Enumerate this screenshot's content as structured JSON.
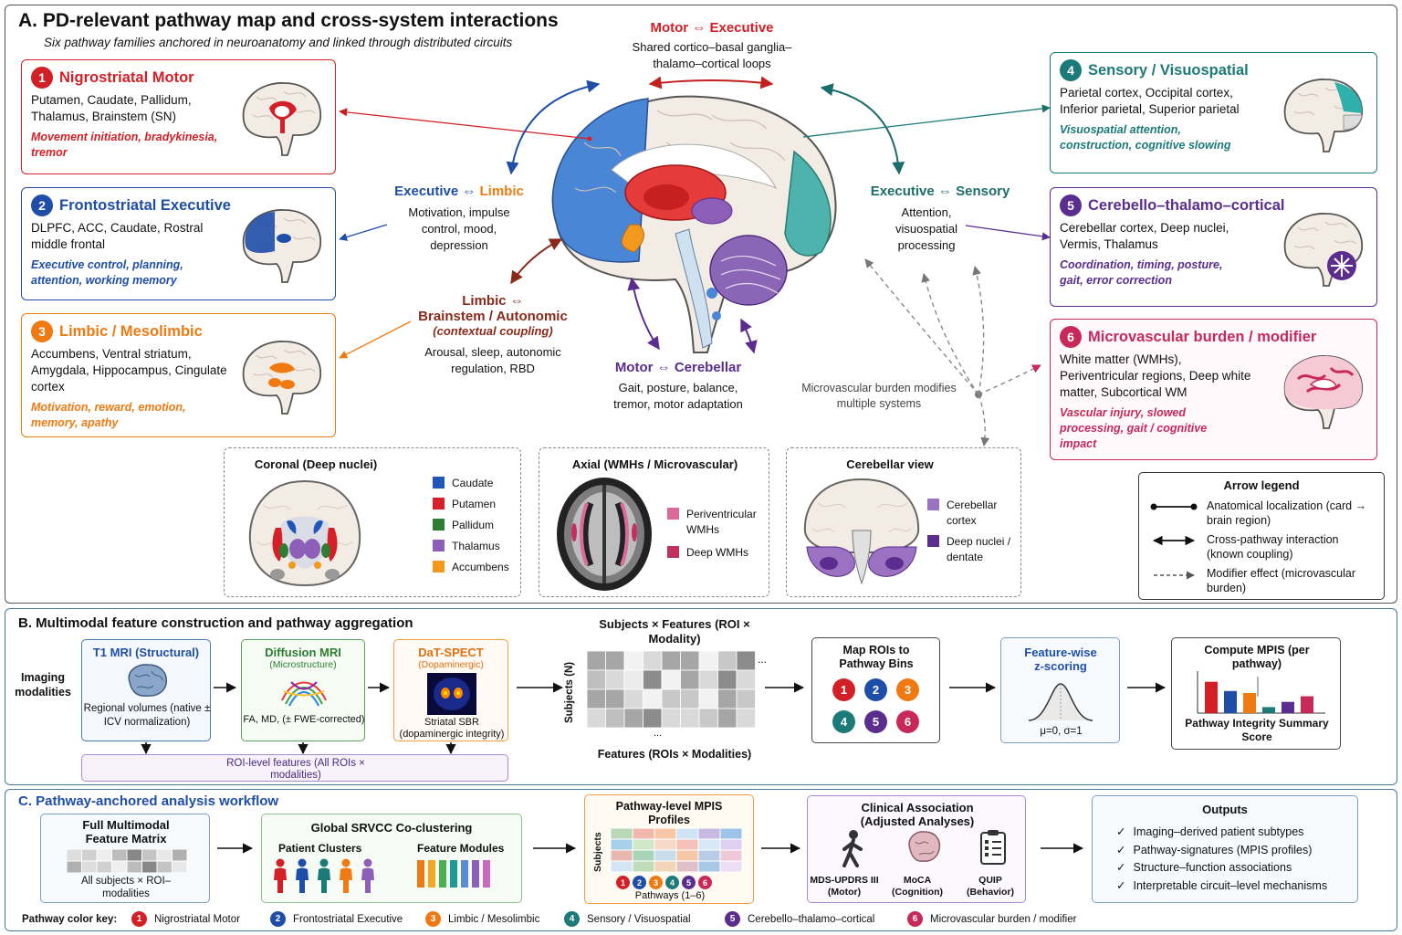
{
  "panel_a": {
    "title": "A.  PD-relevant pathway map and cross-system interactions",
    "subtitle": "Six pathway families anchored in neuroanatomy and linked through distributed circuits",
    "cards": [
      {
        "num": "1",
        "name": "Nigrostriatal Motor",
        "regions": "Putamen, Caudate, Pallidum, Thalamus, Brainstem (SN)",
        "functions": "Movement initiation, bradykinesia, tremor",
        "color": "#d31f26"
      },
      {
        "num": "2",
        "name": "Frontostriatal Executive",
        "regions": "DLPFC, ACC, Caudate, Rostral middle frontal",
        "functions": "Executive control, planning, attention, working memory",
        "color": "#1f4ea8"
      },
      {
        "num": "3",
        "name": "Limbic / Mesolimbic",
        "regions": "Accumbens, Ventral striatum, Amygdala, Hippocampus, Cingulate cortex",
        "functions": "Motivation, reward, emotion, memory, apathy",
        "color": "#f07a12"
      },
      {
        "num": "4",
        "name": "Sensory / Visuospatial",
        "regions": "Parietal cortex, Occipital cortex, Inferior parietal, Superior parietal",
        "functions": "Visuospatial attention, construction, cognitive slowing",
        "color": "#1c7a78"
      },
      {
        "num": "5",
        "name": "Cerebello–thalamo–cortical",
        "regions": "Cerebellar cortex, Deep nuclei, Vermis, Thalamus",
        "functions": "Coordination, timing, posture, gait, error correction",
        "color": "#5a2d8f"
      },
      {
        "num": "6",
        "name": "Microvascular burden / modifier",
        "regions": "White matter (WMHs), Periventricular regions, Deep white matter, Subcortical WM",
        "functions": "Vascular injury, slowed processing, gait / cognitive impact",
        "color": "#c8285a"
      }
    ],
    "interactions": {
      "motor_exec": {
        "a": "Motor",
        "b": "Executive",
        "desc": "Shared cortico–basal ganglia–thalamo–cortical loops"
      },
      "exec_limbic": {
        "a": "Executive",
        "b": "Limbic",
        "desc": "Motivation, impulse control, mood, depression"
      },
      "exec_sensory": {
        "a": "Executive",
        "b": "Sensory",
        "desc": "Attention, visuospatial processing"
      },
      "limbic_brainstem": {
        "a": "Limbic",
        "b": "Brainstem / Autonomic",
        "note": "(contextual coupling)",
        "desc": "Arousal, sleep, autonomic regulation, RBD"
      },
      "motor_cereb": {
        "a": "Motor",
        "b": "Cerebellar",
        "desc": "Gait, posture, balance, tremor, motor adaptation"
      },
      "micro": "Microvascular burden modifies multiple systems"
    },
    "arrow_sym": "⇔",
    "views": {
      "coronal": {
        "title": "Coronal (Deep nuclei)",
        "legend": [
          {
            "label": "Caudate",
            "color": "#1f56b8"
          },
          {
            "label": "Putamen",
            "color": "#d61f26"
          },
          {
            "label": "Pallidum",
            "color": "#2e7d32"
          },
          {
            "label": "Thalamus",
            "color": "#8e5fb8"
          },
          {
            "label": "Accumbens",
            "color": "#f39a1e"
          }
        ]
      },
      "axial": {
        "title": "Axial (WMHs / Microvascular)",
        "legend": [
          {
            "label": "Periventricular WMHs",
            "color": "#d96a9a"
          },
          {
            "label": "Deep WMHs",
            "color": "#c2305e"
          }
        ]
      },
      "cereb": {
        "title": "Cerebellar view",
        "legend": [
          {
            "label": "Cerebellar cortex",
            "color": "#9b72c2"
          },
          {
            "label": "Deep nuclei / dentate",
            "color": "#5a2d8f"
          }
        ]
      }
    },
    "arrow_legend": {
      "title": "Arrow legend",
      "items": [
        {
          "label": "Anatomical localization (card → brain region)"
        },
        {
          "label": "Cross-pathway interaction (known coupling)"
        },
        {
          "label": "Modifier effect (microvascular burden)"
        }
      ]
    }
  },
  "panel_b": {
    "title": "B.  Multimodal feature construction and pathway aggregation",
    "imaging_label": "Imaging modalities",
    "t1": {
      "title": "T1 MRI (Structural)",
      "desc": "Regional volumes (native ± ICV normalization)"
    },
    "dmri": {
      "title": "Diffusion MRI",
      "sub": "(Microstructure)",
      "desc": "FA, MD, (± FWE-corrected)"
    },
    "dat": {
      "title": "DaT-SPECT",
      "sub": "(Dopaminergic)",
      "desc": "Striatal SBR (dopaminergic integrity)"
    },
    "roi": "ROI-level features (All ROIs × modalities)",
    "matrix_title": "Subjects × Features (ROI × Modality)",
    "matrix_y": "Subjects (N)",
    "matrix_x": "Features (ROIs × Modalities)",
    "ellipsis": "...",
    "map": "Map ROIs to Pathway Bins",
    "zscore": "Feature-wise z-scoring",
    "zparams": "μ=0, σ=1",
    "mpis": "Compute MPIS (per pathway)",
    "mpis_label": "Pathway Integrity Summary Score"
  },
  "panel_c": {
    "title": "C.  Pathway-anchored analysis workflow",
    "full": "Full Multimodal Feature Matrix",
    "full_sub": "All subjects × ROI–modalities",
    "global": "Global SRVCC Co-clustering",
    "patient": "Patient Clusters",
    "feature": "Feature Modules",
    "profiles": "Pathway-level MPIS Profiles",
    "profiles_y": "Subjects",
    "profiles_x": "Pathways (1–6)",
    "clinical": "Clinical Association (Adjusted Analyses)",
    "tests": [
      {
        "name": "MDS-UPDRS III",
        "sub": "(Motor)"
      },
      {
        "name": "MoCA",
        "sub": "(Cognition)"
      },
      {
        "name": "QUIP",
        "sub": "(Behavior)"
      }
    ],
    "outputs": "Outputs",
    "output_items": [
      "Imaging–derived patient subtypes",
      "Pathway-signatures (MPIS profiles)",
      "Structure–function associations",
      "Interpretable circuit–level mechanisms"
    ],
    "check": "✓",
    "key_label": "Pathway color key:"
  }
}
